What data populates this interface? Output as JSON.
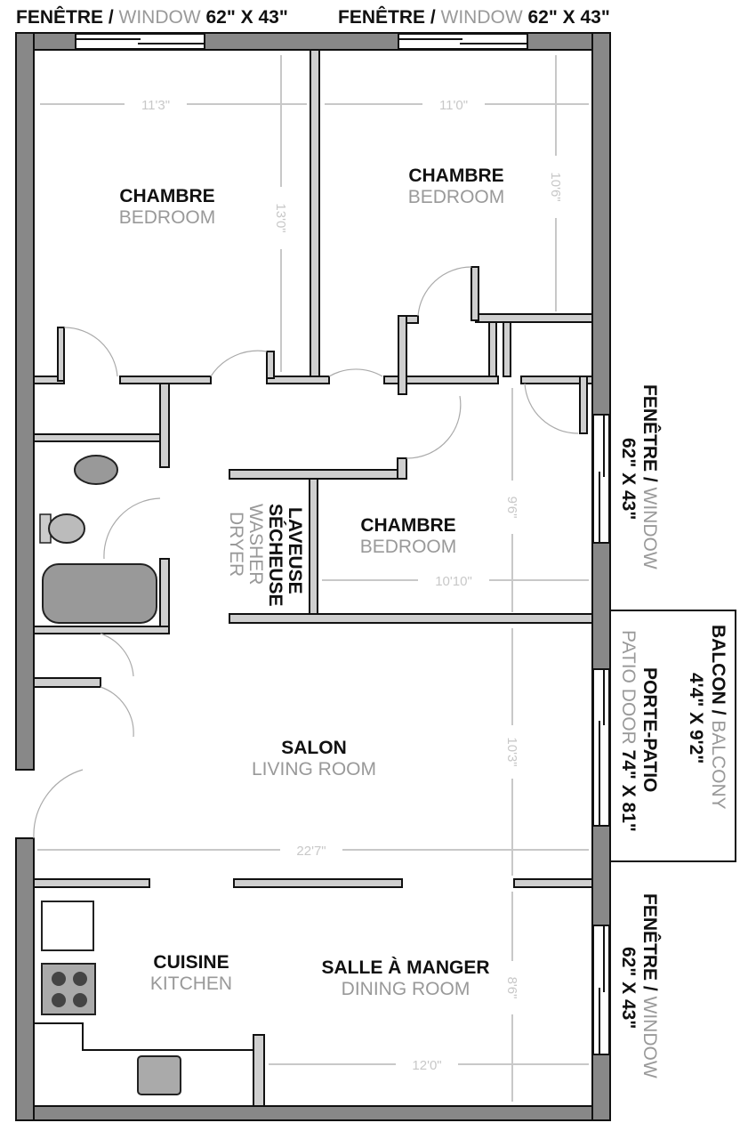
{
  "windows": {
    "top_left": {
      "fr": "FENÊTRE / ",
      "en": "WINDOW",
      "size": " 62\" X 43\""
    },
    "top_right": {
      "fr": "FENÊTRE / ",
      "en": "WINDOW",
      "size": " 62\" X 43\""
    },
    "right_upper": {
      "fr": "FENÊTRE / ",
      "en": "WINDOW",
      "size": "62\" X 43\""
    },
    "right_lower": {
      "fr": "FENÊTRE / ",
      "en": "WINDOW",
      "size": "62\" X 43\""
    }
  },
  "balcony": {
    "fr": "BALCON / ",
    "en": "BALCONY",
    "size": "4'4\" X 9'2\""
  },
  "patio_door": {
    "fr": "PORTE-PATIO",
    "en": "PATIO DOOR",
    "size": " 74\" X 81\""
  },
  "rooms": {
    "bedroom1": {
      "fr": "CHAMBRE",
      "en": "BEDROOM",
      "width": "11'3\"",
      "depth": "13'0\""
    },
    "bedroom2": {
      "fr": "CHAMBRE",
      "en": "BEDROOM",
      "width": "11'0\"",
      "depth": "10'6\""
    },
    "bedroom3": {
      "fr": "CHAMBRE",
      "en": "BEDROOM",
      "width": "10'10\"",
      "depth": "9'6\""
    },
    "laundry": {
      "fr1": "LAVEUSE",
      "fr2": "SÉCHEUSE",
      "en1": "WASHER",
      "en2": "DRYER"
    },
    "living": {
      "fr": "SALON",
      "en": "LIVING ROOM",
      "width": "22'7\"",
      "depth": "10'3\""
    },
    "kitchen": {
      "fr": "CUISINE",
      "en": "KITCHEN"
    },
    "dining": {
      "fr": "SALLE À MANGER",
      "en": "DINING ROOM",
      "width": "12'0\"",
      "depth": "8'6\""
    }
  }
}
